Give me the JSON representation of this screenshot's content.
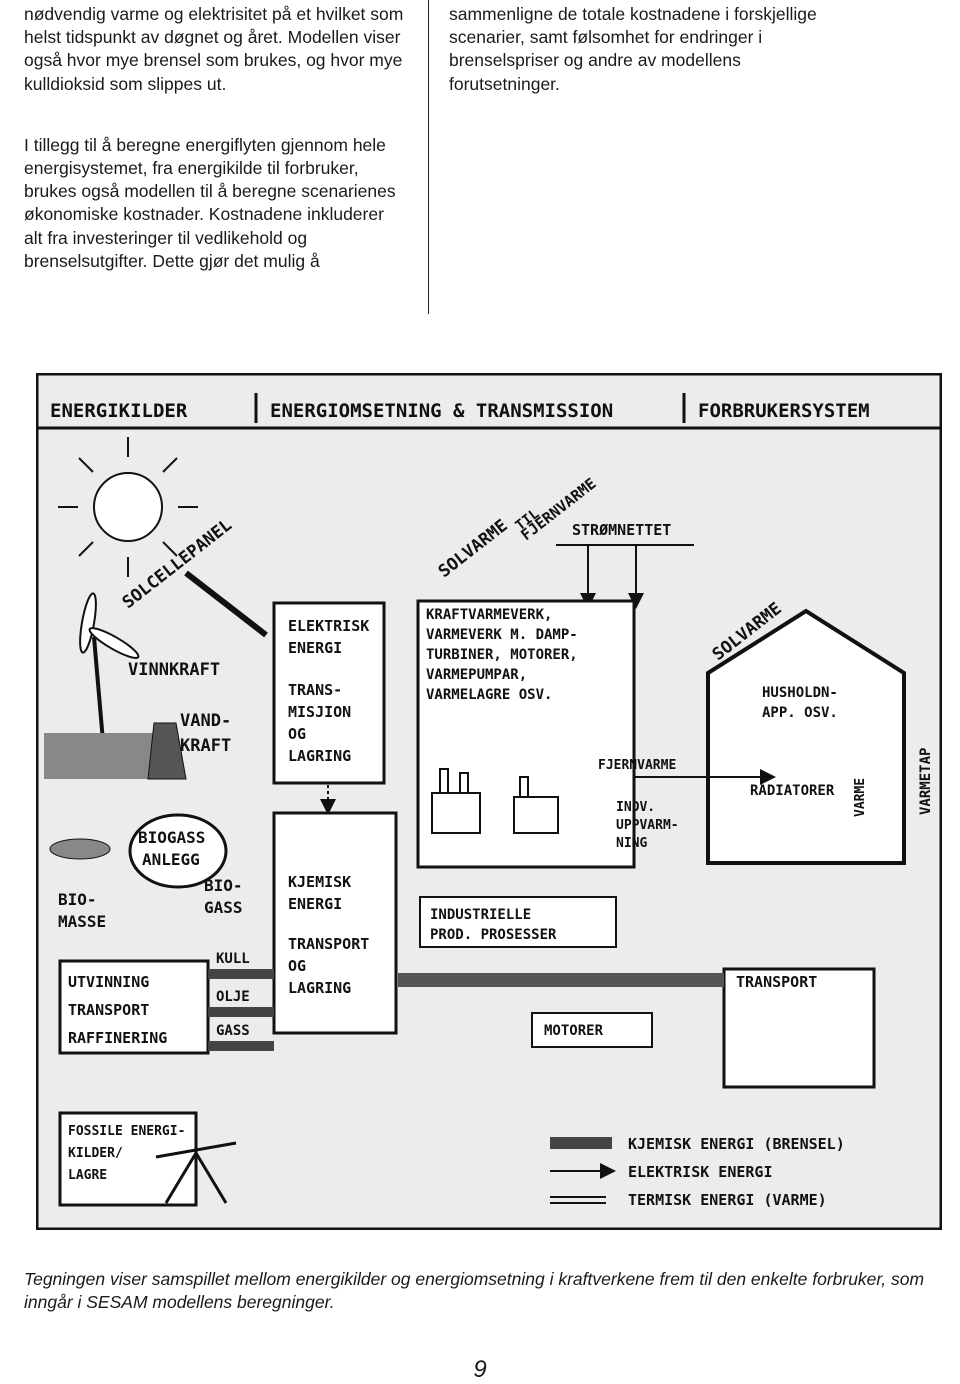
{
  "text": {
    "left_para_1": "nødvendig varme og elektrisitet på et hvilket som helst tidspunkt av døgnet og året. Modellen viser også hvor mye brensel som brukes, og hvor mye kulldioksid som slippes ut.",
    "left_para_2": "I tillegg til å beregne energiflyten gjennom hele energisystemet, fra energikilde til forbruker, brukes også modellen til å beregne scenarienes økonomiske kostnader. Kostnadene inkluderer alt fra investeringer til vedlikehold og brenselsutgifter. Dette gjør det mulig å",
    "right_para_1": "sammenligne de totale kostnadene i forskjellige scenarier, samt følsomhet for endringer i brenselspriser og andre av modellens forutsetninger."
  },
  "figure": {
    "headers": {
      "sources": "ENERGIKILDER",
      "conversion": "ENERGIOMSETNING & TRANSMISSION",
      "consumer": "FORBRUKERSYSTEM"
    },
    "labels": {
      "solcellepanel": "SOLCELLEPANEL",
      "solvarme_til_fjernvarme_1": "SOLVARME",
      "solvarme_til_fjernvarme_2": "TIL",
      "solvarme_til_fjernvarme_3": "FJERNVARME",
      "stromnettet": "STRØMNETTET",
      "vinnkraft": "VINNKRAFT",
      "vandkraft_1": "VAND-",
      "vandkraft_2": "KRAFT",
      "elektrisk_1": "ELEKTRISK",
      "elektrisk_2": "ENERGI",
      "transmisjon_1": "TRANS-",
      "transmisjon_2": "MISJION",
      "transmisjon_3": "OG",
      "transmisjon_4": "LAGRING",
      "kraftvarme_1": "KRAFTVARMEVERK,",
      "kraftvarme_2": "VARMEVERK M. DAMP-",
      "kraftvarme_3": "TURBINER, MOTORER,",
      "kraftvarme_4": "VARMEPUMPAR,",
      "kraftvarme_5": "VARMELAGRE OSV.",
      "solvarme_hus": "SOLVARME",
      "husholdn_1": "HUSHOLDN-",
      "husholdn_2": "APP. OSV.",
      "fjernvarme": "FJERNVARME",
      "radiatorer": "RADIATORER",
      "varme": "VARME",
      "varmetap": "VARMETAP",
      "indv_1": "INDV.",
      "indv_2": "UPPVARM-",
      "indv_3": "NING",
      "biogassanlegg_1": "BIOGASS",
      "biogassanlegg_2": "ANLEGG",
      "biogass_1": "BIO-",
      "biogass_2": "GASS",
      "biomasse_1": "BIO-",
      "biomasse_2": "MASSE",
      "kjemisk_1": "KJEMISK",
      "kjemisk_2": "ENERGI",
      "kjemisk_3": "TRANSPORT",
      "kjemisk_4": "OG",
      "kjemisk_5": "LAGRING",
      "industrielle_1": "INDUSTRIELLE",
      "industrielle_2": "PROD. PROSESSER",
      "kull": "KULL",
      "olje": "OLJE",
      "gass": "GASS",
      "utvinning_1": "UTVINNING",
      "utvinning_2": "TRANSPORT",
      "utvinning_3": "RAFFINERING",
      "transport": "TRANSPORT",
      "motorer": "MOTORER",
      "fossile_1": "FOSSILE ENERGI-",
      "fossile_2": "KILDER/",
      "fossile_3": "LAGRE"
    },
    "legend": {
      "chemical": "KJEMISK ENERGI (BRENSEL)",
      "electric": "ELEKTRISK ENERGI",
      "thermal": "TERMISK ENERGI (VARME)"
    }
  },
  "caption": "Tegningen viser samspillet mellom energikilder og energiomsetning i kraftverkene frem til den enkelte forbruker, som inngår i SESAM modellens beregninger.",
  "page_number": "9"
}
